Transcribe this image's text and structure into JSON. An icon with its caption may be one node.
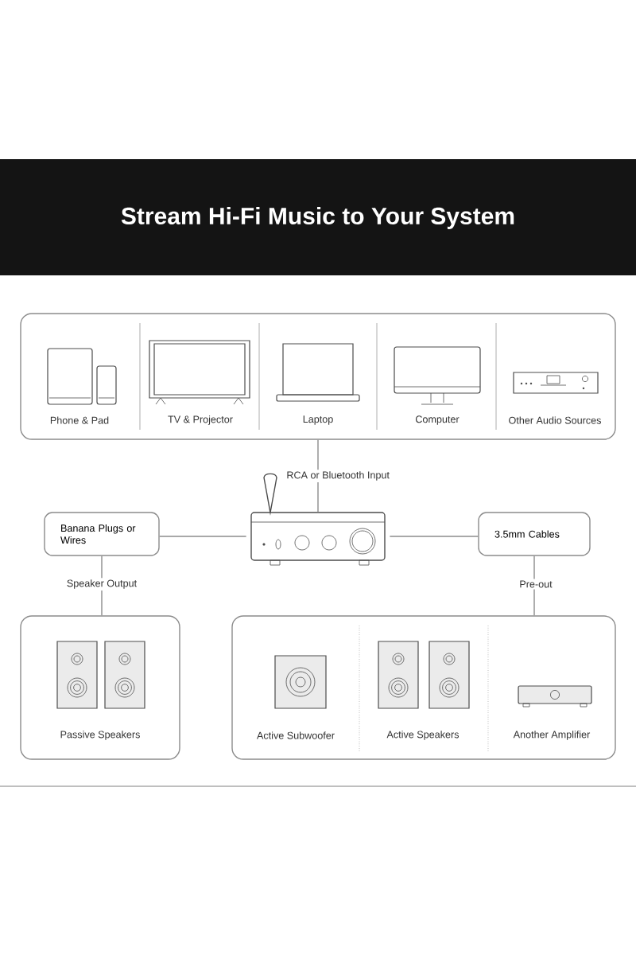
{
  "diagram": {
    "title": "Stream Hi-Fi Music to Your System",
    "nodes": [
      {
        "text": [],
        "shape": "box"
      },
      {
        "text": [
          "Phone & Pad"
        ],
        "in": 0
      },
      {
        "text": [
          "TV & Projector"
        ],
        "in": 0
      },
      {
        "text": [
          "Laptop"
        ],
        "in": 0
      },
      {
        "text": [
          "Computer"
        ],
        "in": 0
      },
      {
        "text": [
          "Other Audio Sources"
        ],
        "in": 0
      },
      {
        "text": [],
        "shape": "picture"
      },
      {
        "text": [
          "Banana Plugs or Wires"
        ]
      },
      {
        "text": [
          "3.5mm Cables"
        ]
      },
      {
        "text": [
          "Passive Speakers"
        ]
      },
      {
        "text": [],
        "shape": "box"
      },
      {
        "text": [
          "Active Subwoofer"
        ],
        "in": 10
      },
      {
        "text": [
          "Active Speakers"
        ],
        "in": 10
      },
      {
        "text": [
          "Another Amplifier"
        ],
        "in": 10
      }
    ],
    "edges": [
      {
        "from": 0,
        "to": 6,
        "arrow": "none",
        "label": "RCA or Bluetooth Input"
      },
      {
        "from": 6,
        "to": 7,
        "arrow": "none"
      },
      {
        "from": 6,
        "to": 8,
        "arrow": "none"
      },
      {
        "from": 7,
        "to": 9,
        "arrow": "none",
        "label": "Speaker Output"
      },
      {
        "from": 8,
        "to": 10,
        "arrow": "none",
        "label": "Pre-out"
      }
    ]
  }
}
